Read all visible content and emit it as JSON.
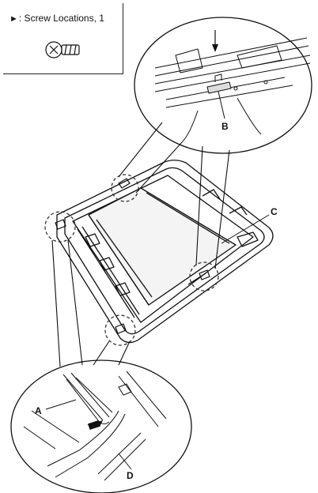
{
  "legend": {
    "symbol": "►",
    "text": ": Screw Locations, 1"
  },
  "callouts": {
    "A": "A",
    "B": "B",
    "C": "C",
    "D": "D"
  },
  "colors": {
    "line": "#111111",
    "background": "#ffffff",
    "dashed_circle": "#333333"
  }
}
